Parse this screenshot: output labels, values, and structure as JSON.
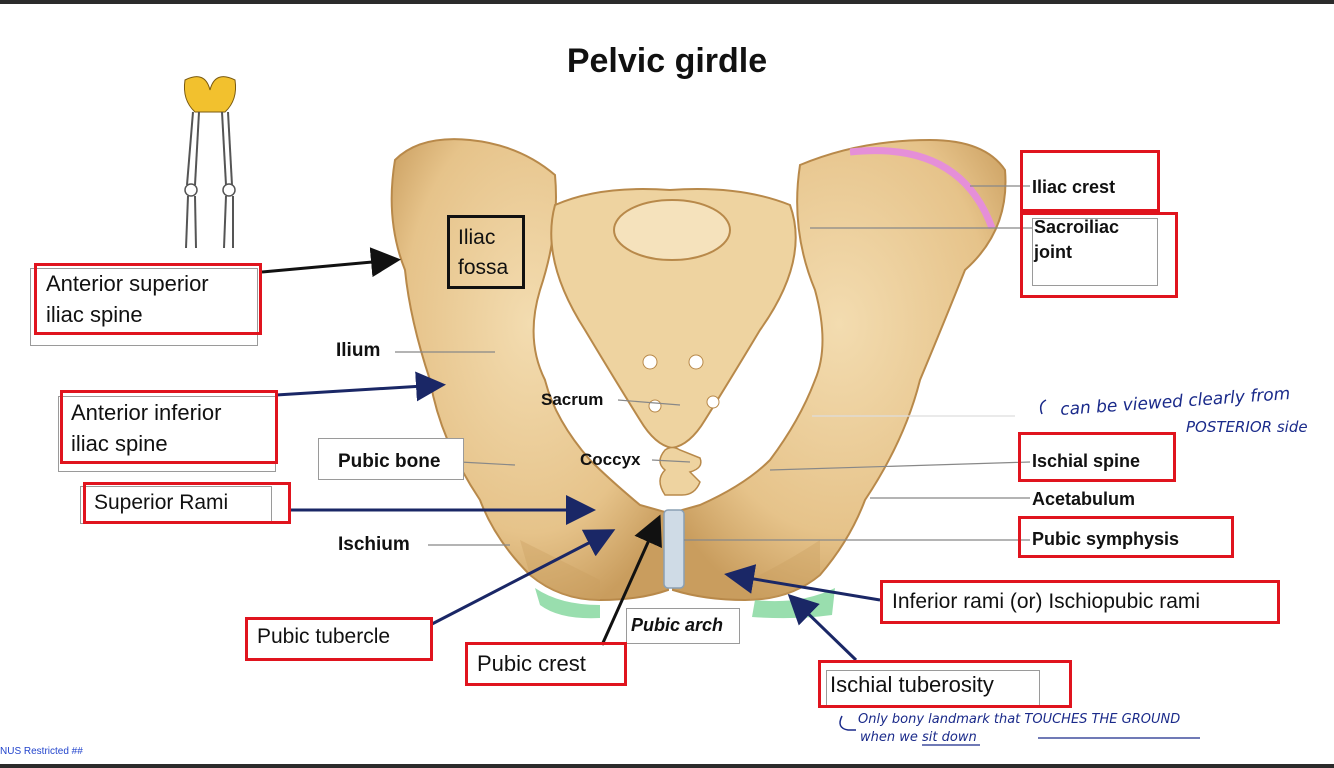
{
  "title": "Pelvic girdle",
  "labels": {
    "asis_line1": "Anterior superior",
    "asis_line2": "iliac spine",
    "aiis_line1": "Anterior inferior",
    "aiis_line2": "iliac spine",
    "iliac_fossa_line1": "Iliac",
    "iliac_fossa_line2": "fossa",
    "ilium": "Ilium",
    "sacrum": "Sacrum",
    "coccyx": "Coccyx",
    "pubic_bone": "Pubic bone",
    "superior_rami": "Superior Rami",
    "ischium": "Ischium",
    "pubic_tubercle": "Pubic tubercle",
    "pubic_crest": "Pubic crest",
    "pubic_arch": "Pubic arch",
    "iliac_crest": "Iliac crest",
    "sacroiliac_line1": "Sacroiliac",
    "sacroiliac_line2": "joint",
    "ischial_spine": "Ischial spine",
    "acetabulum": "Acetabulum",
    "pubic_symphysis": "Pubic symphysis",
    "inferior_rami": "Inferior rami (or) Ischiopubic rami",
    "ischial_tuberosity": "Ischial tuberosity"
  },
  "notes": {
    "posterior_line1": "can be viewed clearly from",
    "posterior_line2": "POSTERIOR side",
    "tuberosity_line1": "Only bony landmark that TOUCHES THE GROUND",
    "tuberosity_line2": "when we sit down"
  },
  "footer": "NUS Restricted ##",
  "colors": {
    "bone": "#e8c890",
    "bone_shadow": "#c9a062",
    "box_red": "#e0141e",
    "arrow_navy": "#1a2766",
    "crest_pink": "#e58fd8",
    "tuberosity_green": "#7fd69a"
  }
}
